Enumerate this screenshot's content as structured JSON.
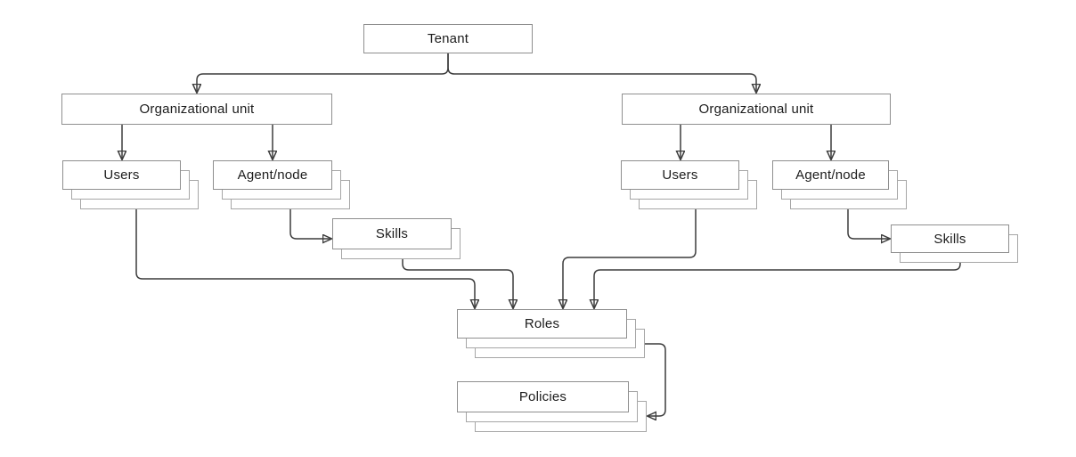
{
  "diagram": {
    "type": "hierarchy",
    "nodes": {
      "tenant": {
        "label": "Tenant",
        "stacked": false
      },
      "ou_left": {
        "label": "Organizational unit",
        "stacked": false
      },
      "ou_right": {
        "label": "Organizational unit",
        "stacked": false
      },
      "users_left": {
        "label": "Users",
        "stacked": true
      },
      "agent_left": {
        "label": "Agent/node",
        "stacked": true
      },
      "skills_left": {
        "label": "Skills",
        "stacked": true
      },
      "users_right": {
        "label": "Users",
        "stacked": true
      },
      "agent_right": {
        "label": "Agent/node",
        "stacked": true
      },
      "skills_right": {
        "label": "Skills",
        "stacked": true
      },
      "roles": {
        "label": "Roles",
        "stacked": true
      },
      "policies": {
        "label": "Policies",
        "stacked": true
      }
    },
    "edges": [
      {
        "from": "tenant",
        "to": "ou_left"
      },
      {
        "from": "tenant",
        "to": "ou_right"
      },
      {
        "from": "ou_left",
        "to": "users_left"
      },
      {
        "from": "ou_left",
        "to": "agent_left"
      },
      {
        "from": "agent_left",
        "to": "skills_left"
      },
      {
        "from": "ou_right",
        "to": "users_right"
      },
      {
        "from": "ou_right",
        "to": "agent_right"
      },
      {
        "from": "agent_right",
        "to": "skills_right"
      },
      {
        "from": "users_left",
        "to": "roles"
      },
      {
        "from": "skills_left",
        "to": "roles"
      },
      {
        "from": "users_right",
        "to": "roles"
      },
      {
        "from": "skills_right",
        "to": "roles"
      },
      {
        "from": "roles",
        "to": "policies"
      }
    ],
    "colors": {
      "connector": "#3c3c3c",
      "box_border": "#8f8f8f",
      "stack_border": "#a6a6a6",
      "box_fill": "#ffffff",
      "text": "#1c1c1c",
      "background": "#ffffff"
    }
  }
}
